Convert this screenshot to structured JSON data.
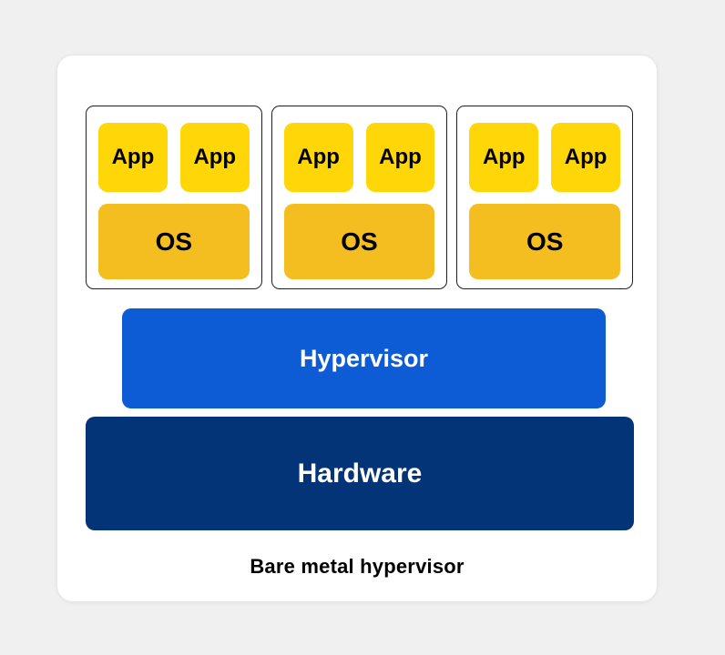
{
  "diagram": {
    "caption": "Bare metal hypervisor",
    "vms": [
      {
        "apps": [
          "App",
          "App"
        ],
        "os": "OS"
      },
      {
        "apps": [
          "App",
          "App"
        ],
        "os": "OS"
      },
      {
        "apps": [
          "App",
          "App"
        ],
        "os": "OS"
      }
    ],
    "layers": {
      "hypervisor": {
        "label": "Hypervisor"
      },
      "hardware": {
        "label": "Hardware"
      }
    },
    "colors": {
      "page_background": "#f0f0f0",
      "card_background": "#ffffff",
      "app_box": "#ffd608",
      "os_box": "#f4bd20",
      "hypervisor_bar": "#0d5cd6",
      "hardware_bar": "#033478",
      "vm_border": "#1f1f1f",
      "text_dark": "#000000",
      "text_light": "#ffffff"
    }
  }
}
